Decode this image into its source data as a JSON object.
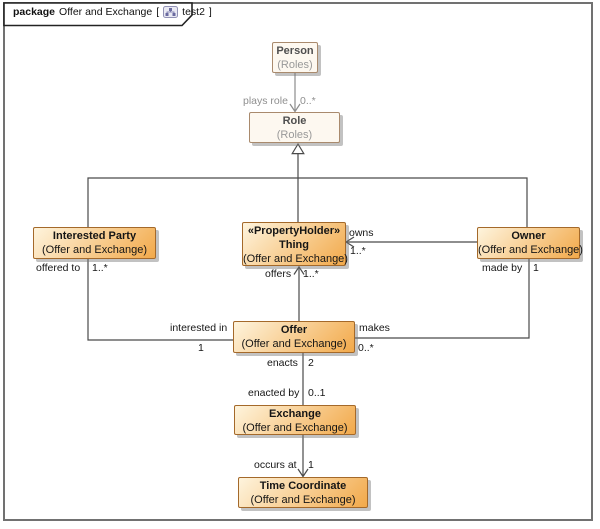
{
  "header": {
    "keyword": "package",
    "title": "Offer and Exchange",
    "bracket_open": "[",
    "diagram_name": "test2",
    "bracket_close": "]"
  },
  "classes": {
    "person": {
      "name": "Person",
      "package": "(Roles)"
    },
    "role": {
      "name": "Role",
      "package": "(Roles)"
    },
    "interested_party": {
      "name": "Interested Party",
      "package": "(Offer and Exchange)"
    },
    "thing": {
      "stereotype": "«PropertyHolder»",
      "name": "Thing",
      "package": "(Offer and Exchange)"
    },
    "owner": {
      "name": "Owner",
      "package": "(Offer and Exchange)"
    },
    "offer": {
      "name": "Offer",
      "package": "(Offer and Exchange)"
    },
    "exchange": {
      "name": "Exchange",
      "package": "(Offer and Exchange)"
    },
    "time_coordinate": {
      "name": "Time Coordinate",
      "package": "(Offer and Exchange)"
    }
  },
  "labels": {
    "plays_role": {
      "name": "plays role",
      "mult": "0..*"
    },
    "offered_to": {
      "name": "offered to",
      "mult": "1..*"
    },
    "owns": {
      "name": "owns",
      "mult": "1..*"
    },
    "made_by": {
      "name": "made by",
      "mult": "1"
    },
    "offers": {
      "name": "offers",
      "mult": "1..*"
    },
    "interested_in": {
      "name": "interested in",
      "mult": "1"
    },
    "makes": {
      "name": "makes",
      "mult": "0..*"
    },
    "enacts": {
      "name": "enacts",
      "mult": "2"
    },
    "enacted_by": {
      "name": "enacted by",
      "mult": "0..1"
    },
    "occurs_at": {
      "name": "occurs at",
      "mult": "1"
    }
  },
  "colors": {
    "orange_a": "#fef4dd",
    "orange_b": "#f2a94a",
    "orange_border": "#a4692a",
    "light_fill": "#fdf8f0",
    "light_border": "#a98a6d",
    "line": "#4a4a4a"
  }
}
